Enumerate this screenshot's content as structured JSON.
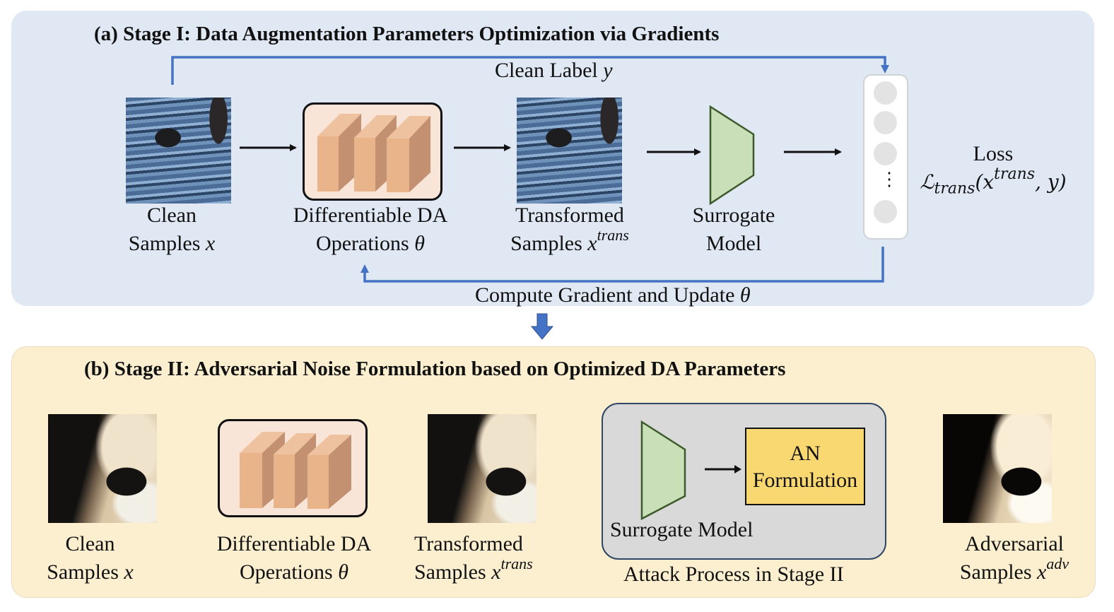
{
  "stage1": {
    "title": "(a) Stage I: Data Augmentation Parameters Optimization via Gradients",
    "clean_label": "Clean Label",
    "clean_label_var": "y",
    "clean_samples": {
      "line1": "Clean",
      "line2": "Samples",
      "var": "x"
    },
    "da_ops": {
      "line1": "Differentiable DA",
      "line2": "Operations",
      "var": "θ"
    },
    "transformed": {
      "line1": "Transformed",
      "line2": "Samples",
      "var": "x",
      "sup": "trans"
    },
    "surrogate": {
      "line1": "Surrogate",
      "line2": "Model"
    },
    "loss": {
      "line1": "Loss",
      "formula_main": "ℒ",
      "formula_sub": "trans",
      "formula_rest_open": "(x",
      "formula_sup": "trans",
      "formula_rest_close": ", y)"
    },
    "gradient_label": "Compute Gradient and Update",
    "gradient_var": "θ",
    "ellipsis": "⋮"
  },
  "stage2": {
    "title": "(b) Stage II: Adversarial Noise Formulation based on Optimized DA Parameters",
    "clean_samples": {
      "line1": "Clean",
      "line2": "Samples",
      "var": "x"
    },
    "da_ops": {
      "line1": "Differentiable DA",
      "line2": "Operations",
      "var": "θ"
    },
    "transformed": {
      "line1": "Transformed",
      "line2": "Samples",
      "var": "x",
      "sup": "trans"
    },
    "surrogate_model": "Surrogate Model",
    "an_formulation": {
      "line1": "AN",
      "line2": "Formulation"
    },
    "attack_process": "Attack Process in Stage II",
    "adversarial": {
      "line1": "Adversarial",
      "line2": "Samples",
      "var": "x",
      "sup": "adv"
    }
  },
  "colors": {
    "panel_a_bg": "#dfe8f3",
    "panel_b_bg": "#fcefd0",
    "feedback_arrow": "#4472c4",
    "surrogate_fill": "#c9dfb7",
    "surrogate_stroke": "#3c5a2a",
    "an_fill": "#f9d872",
    "block_front": "#e9b48a",
    "block_side": "#c39172",
    "block_top": "#efc29f"
  }
}
